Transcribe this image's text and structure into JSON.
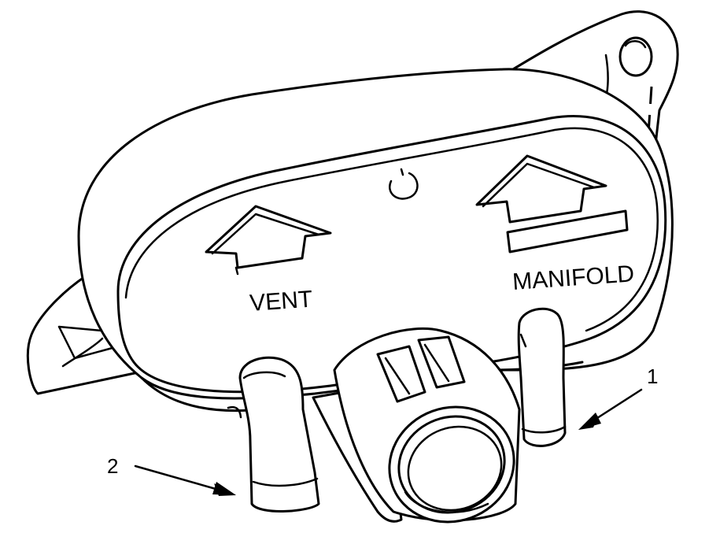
{
  "diagram": {
    "labels": {
      "vent": "VENT",
      "manifold": "MANIFOLD"
    },
    "callouts": [
      {
        "id": "1",
        "text": "1"
      },
      {
        "id": "2",
        "text": "2"
      }
    ],
    "colors": {
      "line": "#000000",
      "background": "#ffffff"
    }
  }
}
